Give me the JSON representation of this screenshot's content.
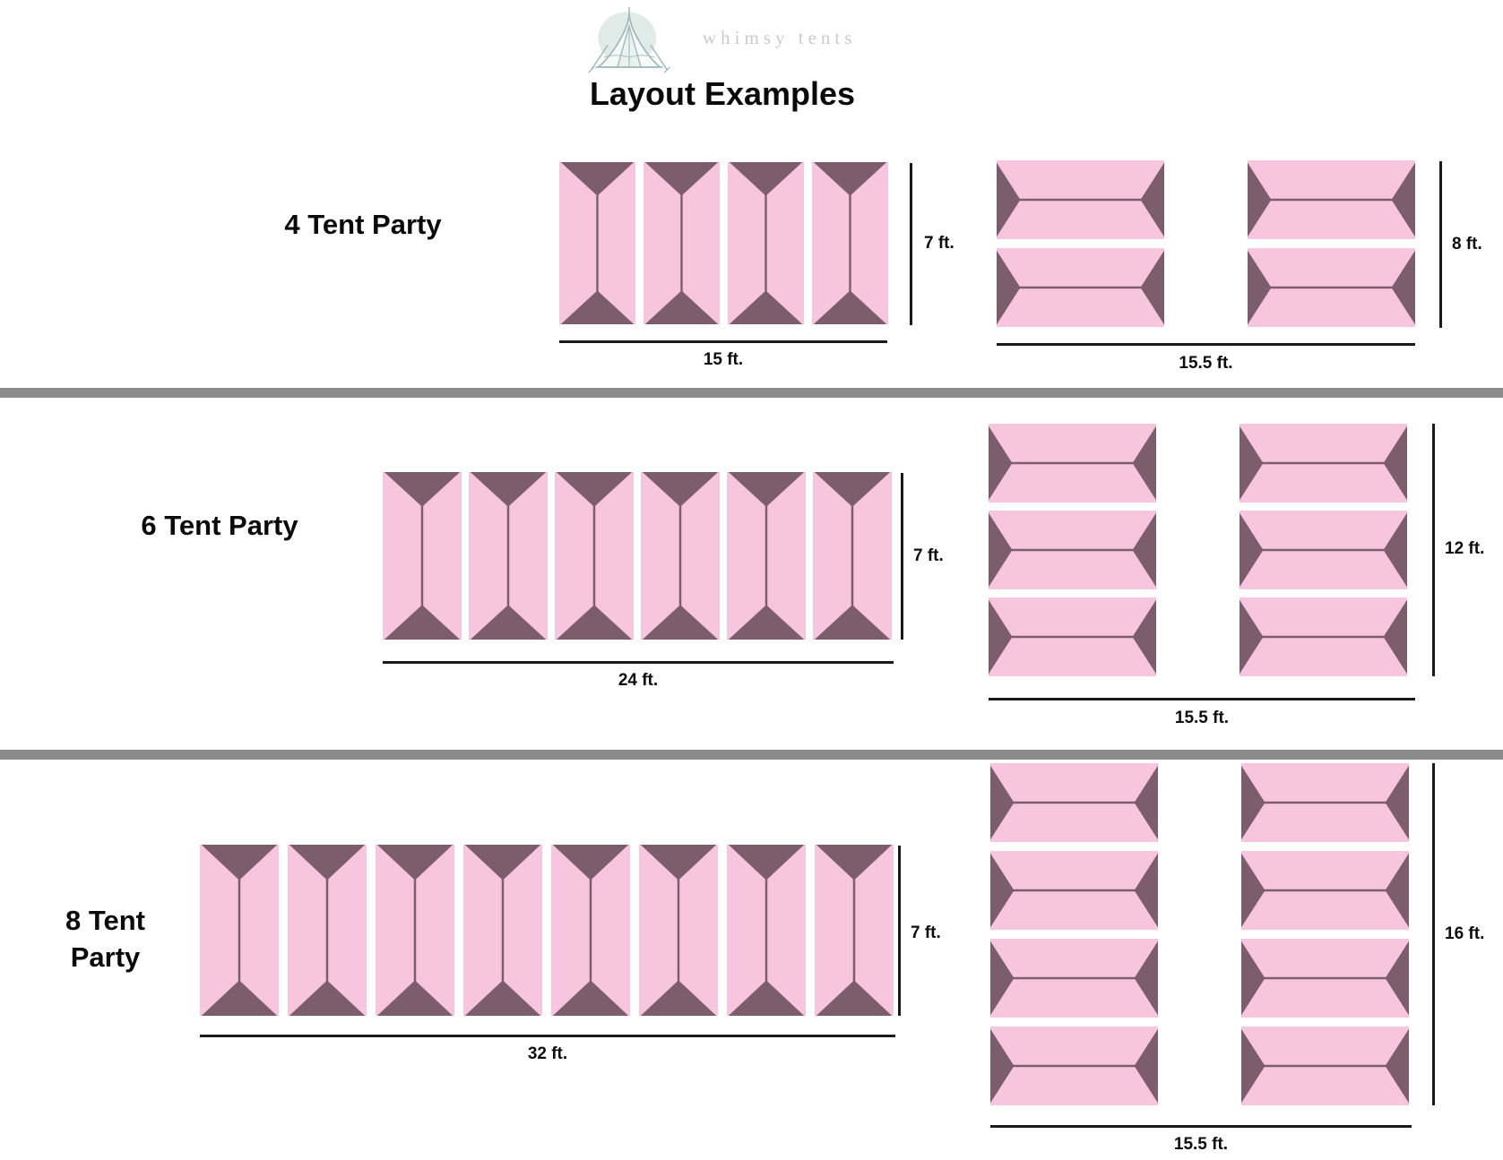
{
  "brand": {
    "name": "whimsy tents",
    "logo_icon": "bell-tent-icon"
  },
  "title": "Layout Examples",
  "colors": {
    "tent_pink": "#F8C5DF",
    "tent_shadow": "#7C5D6C",
    "divider_gray": "#8B8B8B",
    "logo_sage": "#9FBAB5",
    "brand_text_gray": "#CBCBCB",
    "dimension_line_black": "#1A1A1A"
  },
  "sections": [
    {
      "label_lines": [
        "4 Tent Party"
      ],
      "row": {
        "count": 4,
        "orientation": "vertical",
        "width_label": "15 ft.",
        "height_label": "7 ft."
      },
      "grid": {
        "cols": 2,
        "rows": 2,
        "orientation": "horizontal",
        "width_label": "15.5 ft.",
        "height_label": "8 ft."
      }
    },
    {
      "label_lines": [
        "6 Tent Party"
      ],
      "row": {
        "count": 6,
        "orientation": "vertical",
        "width_label": "24 ft.",
        "height_label": "7 ft."
      },
      "grid": {
        "cols": 2,
        "rows": 3,
        "orientation": "horizontal",
        "width_label": "15.5 ft.",
        "height_label": "12 ft."
      }
    },
    {
      "label_lines": [
        "8 Tent",
        "Party"
      ],
      "row": {
        "count": 8,
        "orientation": "vertical",
        "width_label": "32 ft.",
        "height_label": "7 ft."
      },
      "grid": {
        "cols": 2,
        "rows": 4,
        "orientation": "horizontal",
        "width_label": "15.5 ft.",
        "height_label": "16 ft."
      }
    }
  ]
}
